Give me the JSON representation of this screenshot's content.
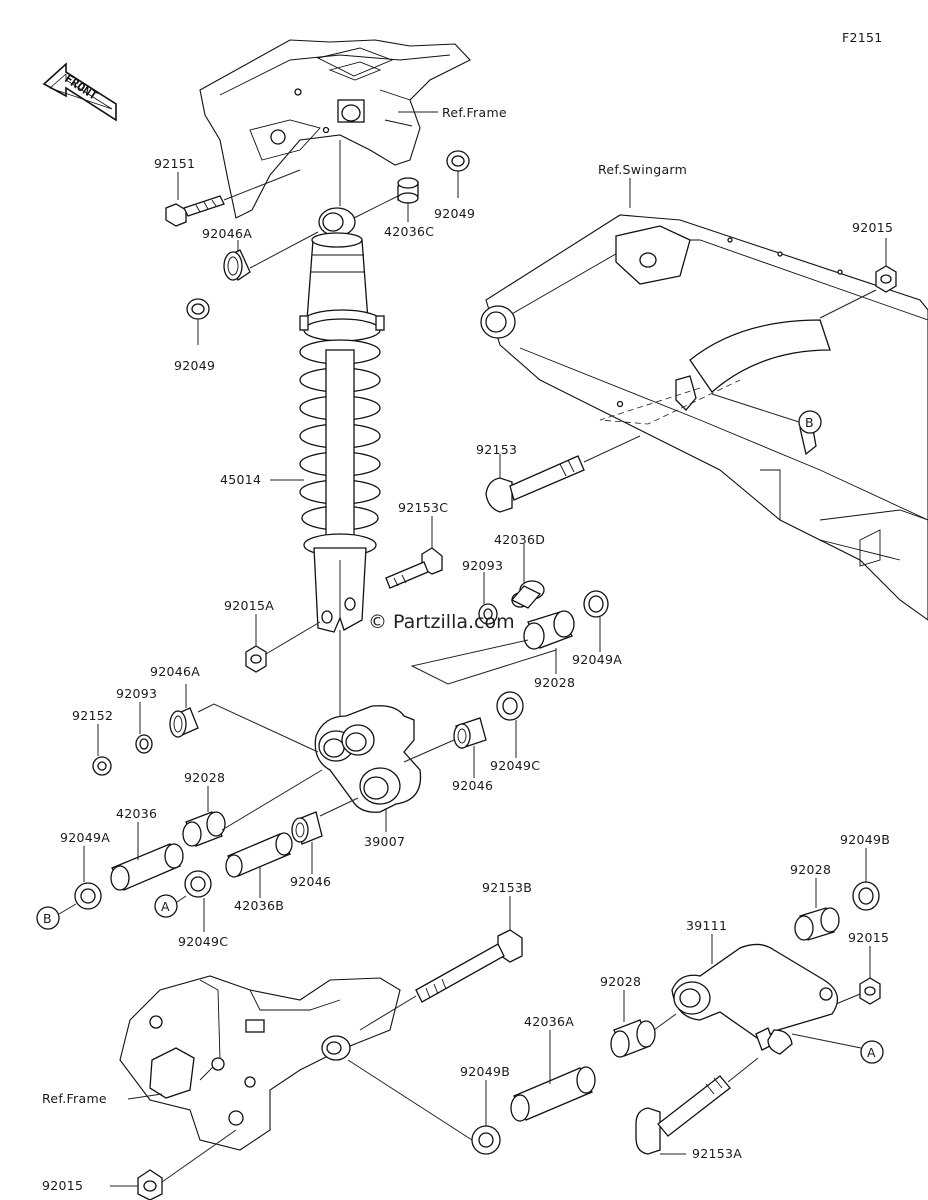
{
  "page_code": "F2151",
  "front_label": "FRONT",
  "watermark": "© Partzilla.com",
  "refs": {
    "frame_top": "Ref.Frame",
    "swingarm": "Ref.Swingarm",
    "frame_bottom": "Ref.Frame"
  },
  "callouts": {
    "a": "A",
    "b": "B"
  },
  "parts": {
    "p92151": "92151",
    "p92046a_top": "92046A",
    "p92049_top_right": "92049",
    "p42036c": "42036C",
    "p92049_left": "92049",
    "p45014": "45014",
    "p92015_right": "92015",
    "p92153": "92153",
    "p92153c": "92153C",
    "p42036d": "42036D",
    "p92093_mid": "92093",
    "p92015a": "92015A",
    "p92049a_right": "92049A",
    "p92028_mid": "92028",
    "p92046a_left": "92046A",
    "p92093_left": "92093",
    "p92152": "92152",
    "p92046_right": "92046",
    "p92049c_right": "92049C",
    "p92028_left": "92028",
    "p39007": "39007",
    "p42036": "42036",
    "p92049a_left": "92049A",
    "p42036b": "42036B",
    "p92046_left": "92046",
    "p92049c_left": "92049C",
    "p92153b": "92153B",
    "p92049b_right": "92049B",
    "p92028_right": "92028",
    "p39111": "39111",
    "p92015_lowright": "92015",
    "p92028_low": "92028",
    "p42036a": "42036A",
    "p92049b_low": "92049B",
    "p92153a": "92153A",
    "p92015_bottom": "92015"
  }
}
